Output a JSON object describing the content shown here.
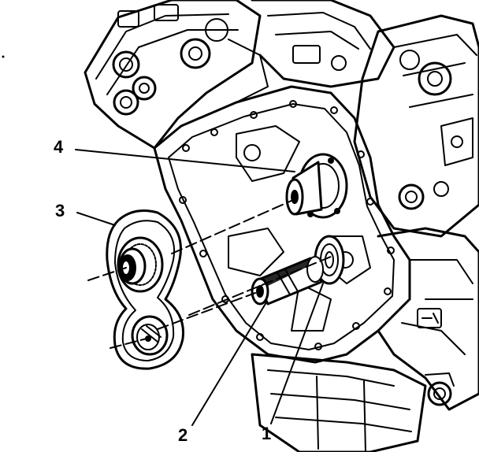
{
  "callouts": [
    {
      "id": "4",
      "label": "4"
    },
    {
      "id": "3",
      "label": "3"
    },
    {
      "id": "2",
      "label": "2"
    },
    {
      "id": "1",
      "label": "1"
    }
  ],
  "colors": {
    "ink": "#000000",
    "paper": "#ffffff"
  }
}
